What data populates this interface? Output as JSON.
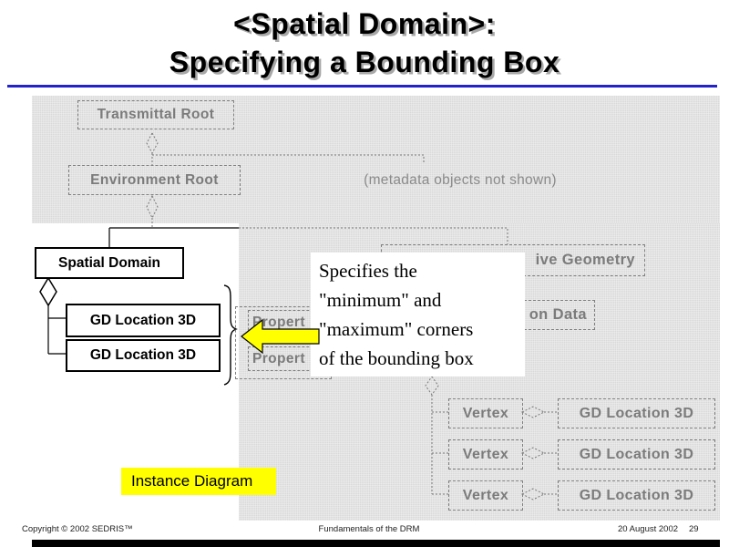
{
  "title": {
    "line1": "<Spatial Domain>:",
    "line2": "Specifying a Bounding Box"
  },
  "colors": {
    "rule_blue": "#2323cc",
    "diagram_gray": "#d9d9d9",
    "grayed_text": "#7b7b7b",
    "highlight_yellow": "#ffff00"
  },
  "diagram": {
    "grayed": {
      "transmittal_root": "Transmittal Root",
      "environment_root": "Environment Root",
      "metadata_note": "(metadata objects not shown)",
      "geometry_fragment": "ive Geometry",
      "data_fragment": "on Data",
      "property_fragment_1": "Propert",
      "property_fragment_2": "Propert"
    },
    "vertex_rows": [
      {
        "vertex": "Vertex",
        "location": "GD Location 3D"
      },
      {
        "vertex": "Vertex",
        "location": "GD Location 3D"
      },
      {
        "vertex": "Vertex",
        "location": "GD Location 3D"
      }
    ],
    "highlighted": {
      "spatial_domain": "Spatial Domain",
      "gd_location_1": "GD Location 3D",
      "gd_location_2": "GD Location 3D"
    },
    "callout": {
      "lines": [
        "Specifies the",
        "\"minimum\" and",
        "\"maximum\" corners",
        "of the bounding box"
      ]
    },
    "instance_label": "Instance Diagram"
  },
  "footer": {
    "copyright": "Copyright © 2002 SEDRIS™",
    "center": "Fundamentals of the DRM",
    "date": "20 August 2002",
    "page": "29"
  }
}
